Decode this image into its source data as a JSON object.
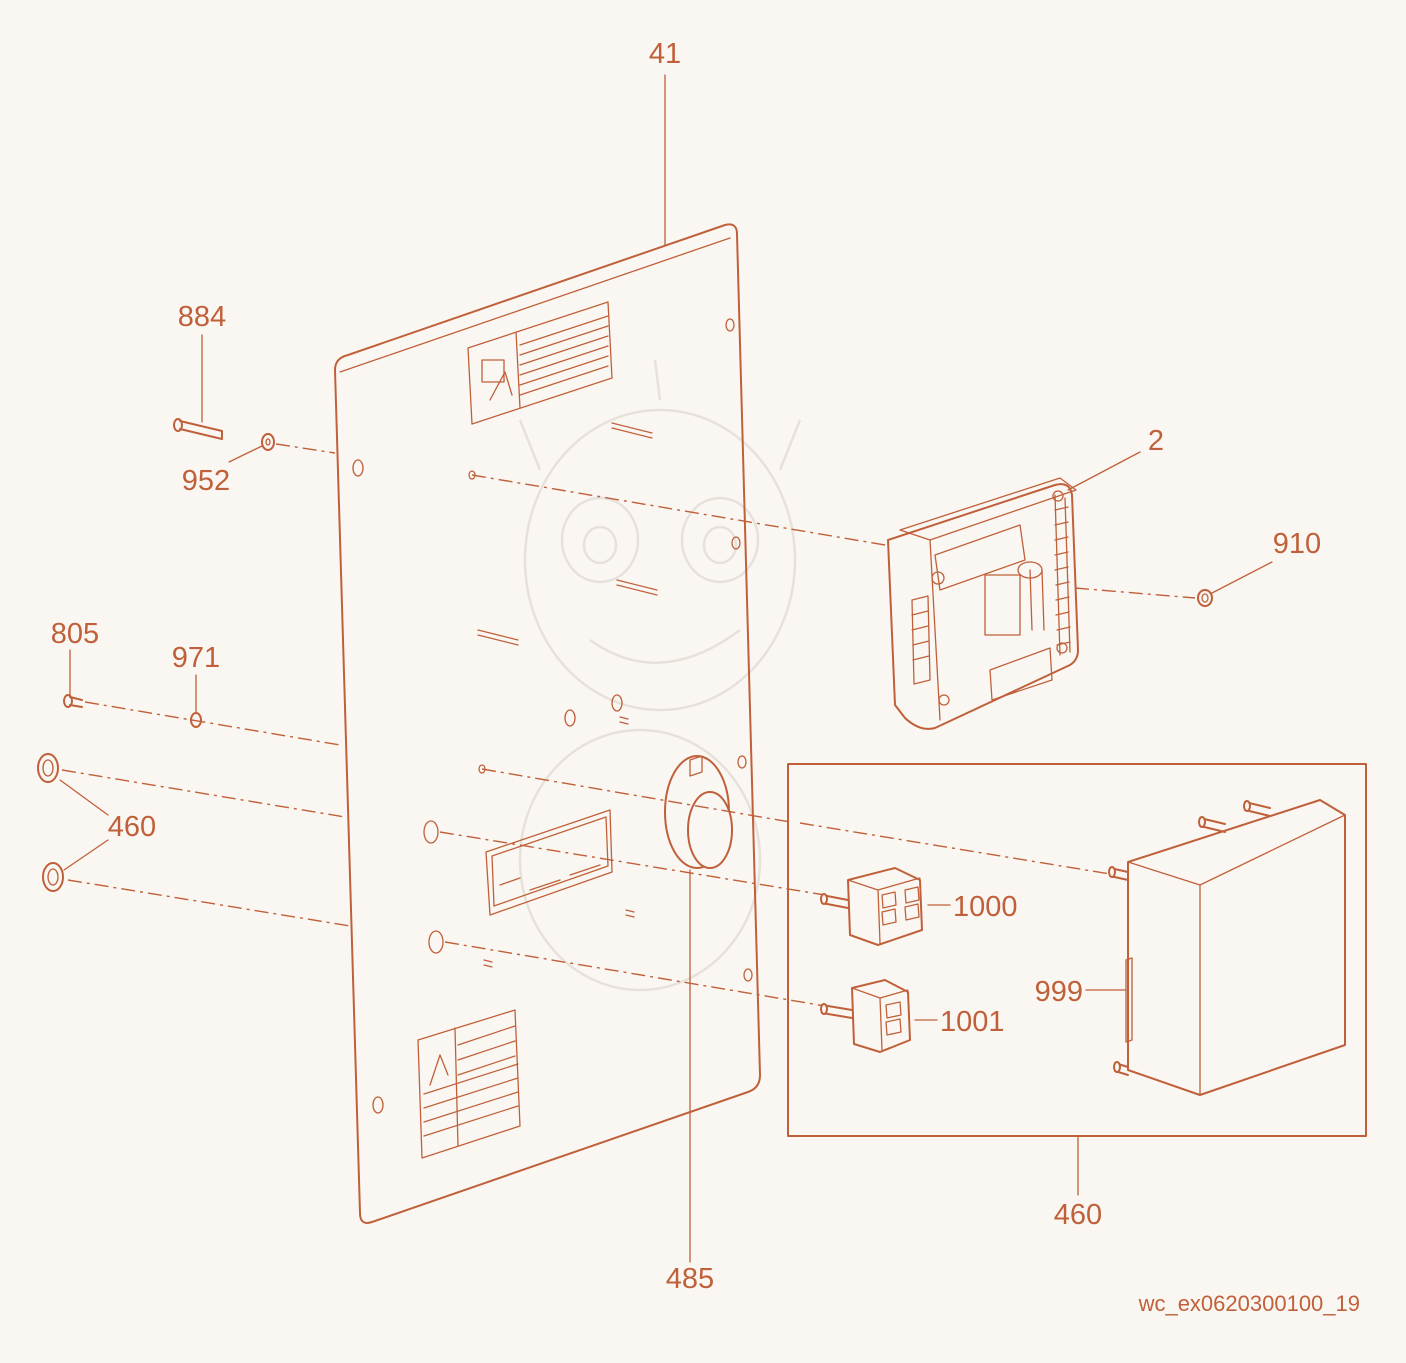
{
  "labels": {
    "l41": "41",
    "l884": "884",
    "l952": "952",
    "l2": "2",
    "l910": "910",
    "l805": "805",
    "l971": "971",
    "l460_left": "460",
    "l1000": "1000",
    "l999": "999",
    "l1001": "1001",
    "l460_bottom": "460",
    "l485": "485"
  },
  "reference": "wc_ex0620300100_19",
  "colors": {
    "line": "#c0603a",
    "background": "#faf7f2",
    "watermark": "#e6e1da"
  }
}
